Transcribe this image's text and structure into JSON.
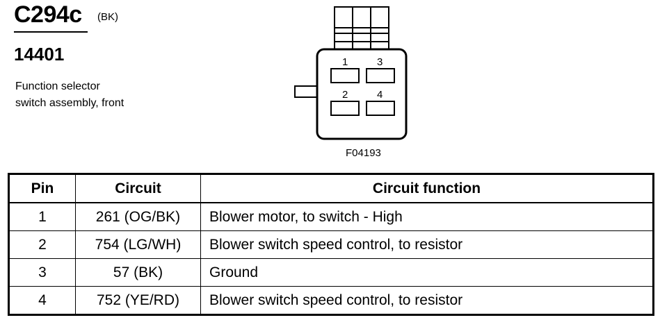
{
  "header": {
    "connector_id": "C294c",
    "color_code": "(BK)",
    "part_number": "14401",
    "description": "Function selector switch assembly, front"
  },
  "diagram": {
    "figure_id": "F04193",
    "pin_labels": [
      "1",
      "3",
      "2",
      "4"
    ]
  },
  "table": {
    "columns": [
      "Pin",
      "Circuit",
      "Circuit function"
    ],
    "rows": [
      {
        "pin": "1",
        "circuit": "261 (OG/BK)",
        "function": "Blower motor, to switch - High"
      },
      {
        "pin": "2",
        "circuit": "754 (LG/WH)",
        "function": "Blower switch speed control, to resistor"
      },
      {
        "pin": "3",
        "circuit": "57 (BK)",
        "function": "Ground"
      },
      {
        "pin": "4",
        "circuit": "752 (YE/RD)",
        "function": "Blower switch speed control, to resistor"
      }
    ]
  }
}
